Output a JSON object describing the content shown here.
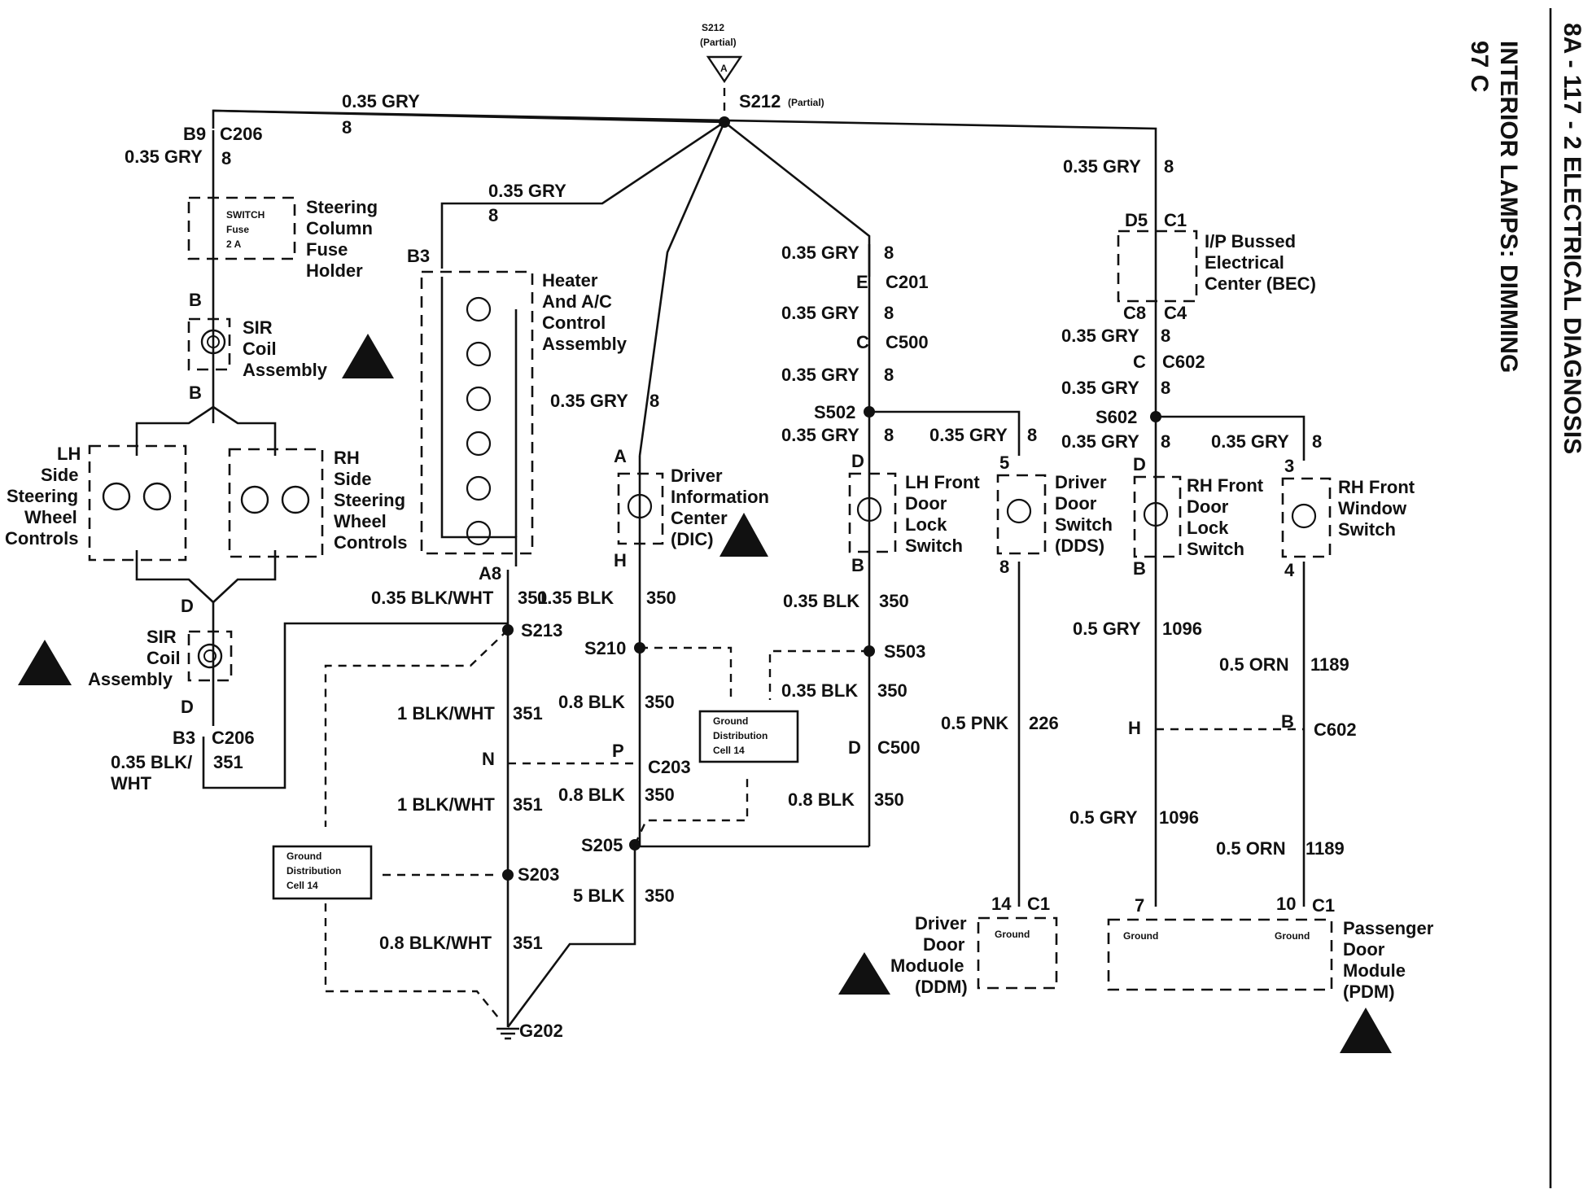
{
  "header": {
    "page_ref": "8A - 117 - 2  ELECTRICAL DIAGNOSIS",
    "section_title": "INTERIOR LAMPS: DIMMING",
    "model": "97 C"
  },
  "top_splice": {
    "ref_label": "S212",
    "ref_sub": "(Partial)",
    "triangle_letter": "A",
    "splice_label": "S212",
    "splice_sub": "(Partial)"
  },
  "wires": {
    "top_left_gray": "0.35 GRY",
    "top_left_circuit": "8",
    "c206_gray": "0.35 GRY",
    "c206_circuit": "8",
    "heater_gray": "0.35 GRY",
    "heater_circuit": "8",
    "dic_gray": "0.35 GRY",
    "dic_circuit": "8",
    "lh_gray_1": "0.35 GRY",
    "lh_circuit_1": "8",
    "lh_gray_2": "0.35 GRY",
    "lh_circuit_2": "8",
    "lh_gray_3": "0.35 GRY",
    "lh_circuit_3": "8",
    "lh_gray_4": "0.35 GRY",
    "lh_circuit_4": "8",
    "dds_gray": "0.35 GRY",
    "dds_circuit": "8",
    "bec_gray_in": "0.35 GRY",
    "bec_circuit_in": "8",
    "bec_gray_out": "0.35 GRY",
    "bec_circuit_out": "8",
    "rh_gray_1": "0.35 GRY",
    "rh_circuit_1": "8",
    "rh_gray_2": "0.35 GRY",
    "rh_circuit_2": "8",
    "rhw_gray": "0.35 GRY",
    "rhw_circuit": "8",
    "a8_blkwht": "0.35 BLK/WHT",
    "a8_circuit": "351",
    "h_blk": "0.35 BLK",
    "h_circuit": "350",
    "lh_blk": "0.35 BLK",
    "lh_blk_circuit": "350",
    "s503_blk": "0.35 BLK",
    "s503_circuit": "350",
    "s213_blkwht": "1 BLK/WHT",
    "s213_circuit": "351",
    "s210_blk": "0.8 BLK",
    "s210_circuit": "350",
    "c203_blkwht": "1 BLK/WHT",
    "c203_circuit": "351",
    "c203_blk": "0.8 BLK",
    "c203_blk_circuit": "350",
    "c500_blk": "0.8 BLK",
    "c500_circuit": "350",
    "s205_blk": "5 BLK",
    "s205_circuit": "350",
    "g202_blkwht": "0.8 BLK/WHT",
    "g202_circuit": "351",
    "sir_blkwht_1": "0.35 BLK/",
    "sir_blkwht_2": "WHT",
    "sir_circuit": "351",
    "dds_pnk": "0.5 PNK",
    "dds_pnk_circuit": "226",
    "rh_gry_1": "0.5 GRY",
    "rh_gry_circuit_1": "1096",
    "rh_gry_2": "0.5 GRY",
    "rh_gry_circuit_2": "1096",
    "rhw_orn_1": "0.5 ORN",
    "rhw_orn_circuit_1": "1189",
    "rhw_orn_2": "0.5 ORN",
    "rhw_orn_circuit_2": "1189"
  },
  "connectors": {
    "b9": "B9",
    "c206_top": "C206",
    "b3_heater": "B3",
    "a8": "A8",
    "b_top": "B",
    "b_mid": "B",
    "d_upper": "D",
    "d_lower": "D",
    "b3_c206": "B3",
    "c206_bottom": "C206",
    "dic_a": "A",
    "dic_h": "H",
    "e_c201": "E",
    "c201": "C201",
    "c_c500": "C",
    "c500_top": "C500",
    "s502": "S502",
    "lh_d": "D",
    "lh_b": "B",
    "dds_5": "5",
    "dds_8": "8",
    "d5": "D5",
    "c1_bec": "C1",
    "c8": "C8",
    "c4": "C4",
    "c_c602": "C",
    "c602_top": "C602",
    "s602": "S602",
    "rh_d": "D",
    "rh_b": "B",
    "rhw_3": "3",
    "rhw_4": "4",
    "s213": "S213",
    "s210": "S210",
    "s503": "S503",
    "n_c203": "N",
    "p_c203": "P",
    "c203": "C203",
    "d_c500": "D",
    "c500_bottom": "C500",
    "s205": "S205",
    "s203": "S203",
    "g202": "G202",
    "h_c602": "H",
    "b_c602": "B",
    "c602_bottom": "C602",
    "ddm_14": "14",
    "ddm_c1": "C1",
    "pdm_7": "7",
    "pdm_10": "10",
    "pdm_c1": "C1"
  },
  "components": {
    "fuse_holder": [
      "Steering",
      "Column",
      "Fuse",
      "Holder"
    ],
    "fuse_inner": [
      "SWITCH",
      "Fuse",
      "2 A"
    ],
    "sir_coil_top": [
      "SIR",
      "Coil",
      "Assembly"
    ],
    "sir_coil_bottom": [
      "SIR",
      "Coil",
      "Assembly"
    ],
    "lh_swc": [
      "LH",
      "Side",
      "Steering",
      "Wheel",
      "Controls"
    ],
    "rh_swc": [
      "RH",
      "Side",
      "Steering",
      "Wheel",
      "Controls"
    ],
    "heater": [
      "Heater",
      "And A/C",
      "Control",
      "Assembly"
    ],
    "dic": [
      "Driver",
      "Information",
      "Center",
      "(DIC)"
    ],
    "lh_lock": [
      "LH Front",
      "Door",
      "Lock",
      "Switch"
    ],
    "dds": [
      "Driver",
      "Door",
      "Switch",
      "(DDS)"
    ],
    "bec": [
      "I/P Bussed",
      "Electrical",
      "Center (BEC)"
    ],
    "rh_lock": [
      "RH Front",
      "Door",
      "Lock",
      "Switch"
    ],
    "rh_window": [
      "RH Front",
      "Window",
      "Switch"
    ],
    "ddm": [
      "Driver",
      "Door",
      "Moduole",
      "(DDM)"
    ],
    "ddm_ground": "Ground",
    "pdm": [
      "Passenger",
      "Door",
      "Module",
      "(PDM)"
    ],
    "pdm_ground_left": "Ground",
    "pdm_ground_right": "Ground",
    "gdc_right": [
      "Ground",
      "Distribution",
      "Cell 14"
    ],
    "gdc_left": [
      "Ground",
      "Distribution",
      "Cell 14"
    ]
  },
  "colors": {
    "ink": "#111111",
    "paper": "#ffffff"
  }
}
